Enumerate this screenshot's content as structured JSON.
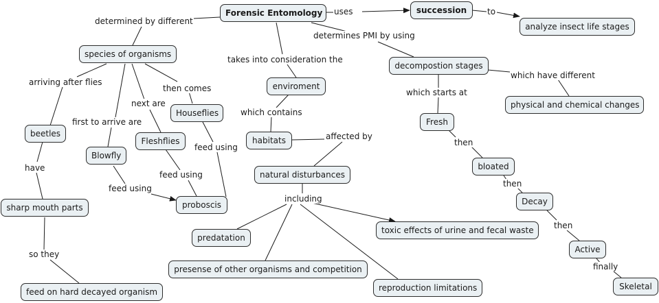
{
  "concept_map": {
    "title": "Forensic Entomology",
    "nodes": {
      "forensic_entomology": "Forensic Entomology",
      "succession": "succession",
      "analyze_insect_life_stages": "analyze insect life stages",
      "species_of_organisms": "species of organisms",
      "beetles": "beetles",
      "blowfly": "Blowfly",
      "fleshflies": "Fleshflies",
      "houseflies": "Houseflies",
      "proboscis": "proboscis",
      "sharp_mouth_parts": "sharp mouth parts",
      "feed_on_hard_decayed_organism": "feed on hard decayed organism",
      "enviroment": "enviroment",
      "habitats": "habitats",
      "natural_disturbances": "natural disturbances",
      "predatation": "predatation",
      "presense_competition": "presense of other organisms and competition",
      "reproduction_limitations": "reproduction limitations",
      "toxic_effects": "toxic effects of urine and fecal waste",
      "decompostion_stages": "decompostion stages",
      "physical_chemical_changes": "physical and chemical changes",
      "fresh": "Fresh",
      "bloated": "bloated",
      "decay": "Decay",
      "active": "Active",
      "skeletal": "Skeletal"
    },
    "link_labels": {
      "uses": "uses",
      "to": "to",
      "determined_by_different": "determined by different",
      "determines_pmi": "determines PMI by using",
      "takes_into_consideration": "takes into consideration the",
      "arriving_after_flies": "arriving after flies",
      "first_to_arrive": "first to arrive are",
      "next_are": "next are",
      "then_comes": "then comes",
      "have": "have",
      "so_they": "so they",
      "feed_using_blowfly": "feed using",
      "feed_using_fleshflies": "feed using",
      "feed_using_houseflies": "feed using",
      "which_contains": "which contains",
      "affected_by": "affected by",
      "including": "including",
      "which_starts_at": "which starts at",
      "which_have_different": "which have different",
      "then_1": "then",
      "then_2": "then",
      "then_3": "then",
      "finally": "finally"
    },
    "colors": {
      "node_fill": "#eaf0f3",
      "node_border": "#2b2b2b",
      "line": "#1a1a1a"
    }
  }
}
